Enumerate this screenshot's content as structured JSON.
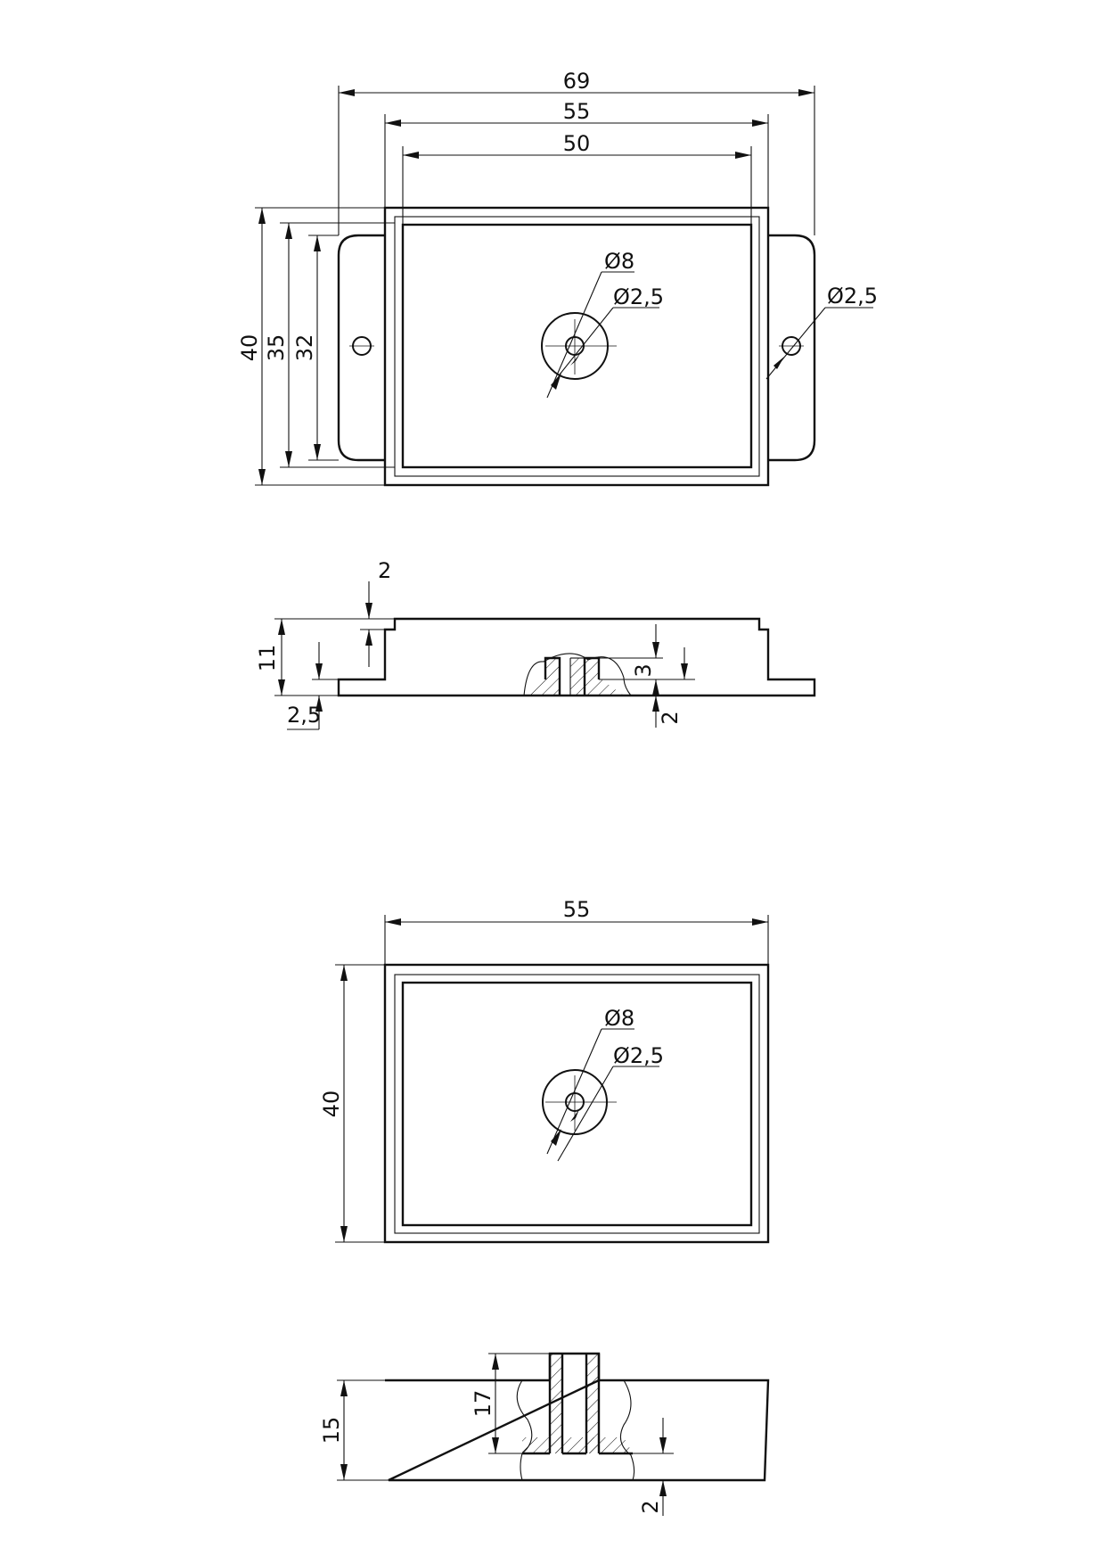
{
  "drawing": {
    "views": {
      "top_flanged": {
        "dim_width_overall": "69",
        "dim_width_body": "55",
        "dim_width_inner": "50",
        "dim_height_overall": "40",
        "dim_height_mid": "35",
        "dim_height_flange": "32",
        "dia_boss": "Ø8",
        "dia_hole": "Ø2,5",
        "dia_mount_hole": "Ø2,5"
      },
      "side_flanged": {
        "dim_step": "2",
        "dim_total_height": "11",
        "dim_flange_thickness": "2,5",
        "dim_boss_height": "3",
        "dim_base": "2"
      },
      "top_plain": {
        "dim_width": "55",
        "dim_height": "40",
        "dia_boss": "Ø8",
        "dia_hole": "Ø2,5"
      },
      "side_plain": {
        "dim_height": "15",
        "dim_post_height": "17",
        "dim_base": "2"
      }
    },
    "icons": [
      "diameter-symbol"
    ]
  }
}
